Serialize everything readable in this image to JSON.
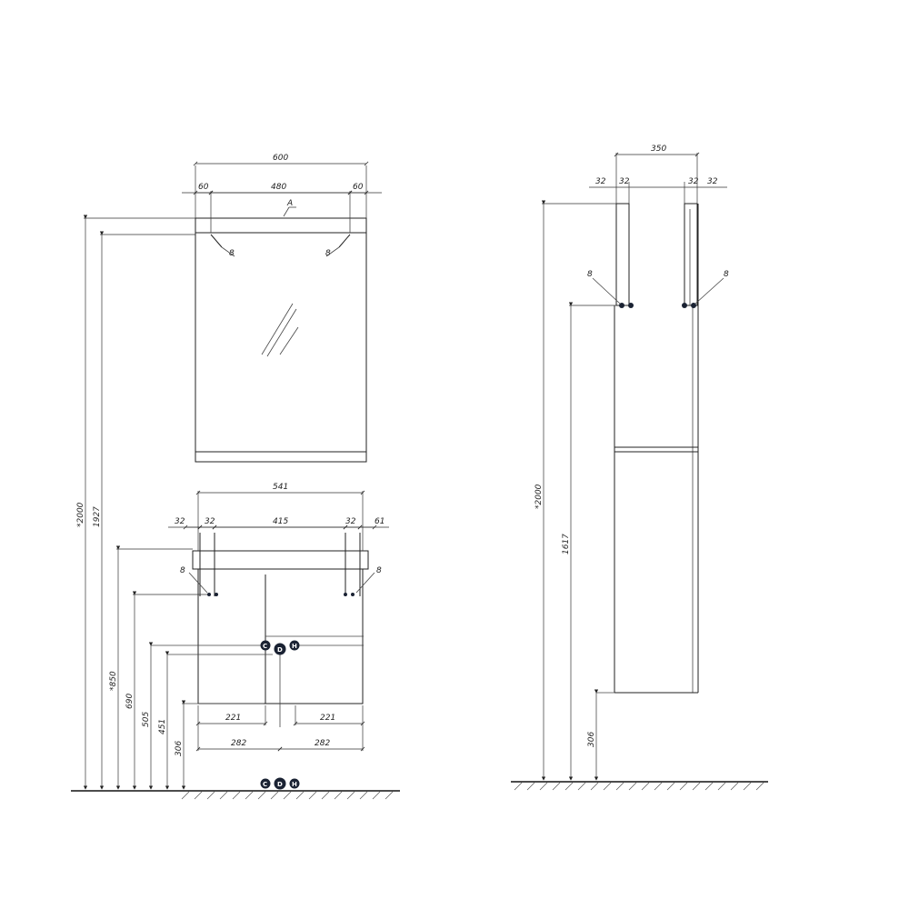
{
  "mirror": {
    "width_total": "600",
    "offset_left": "60",
    "width_inner": "480",
    "offset_right": "60",
    "detail_ref": "A",
    "mount_left": "8",
    "mount_right": "8"
  },
  "vanity": {
    "width_total": "541",
    "edge_left_a": "32",
    "edge_left_b": "32",
    "width_inner": "415",
    "edge_right_a": "32",
    "edge_right_b": "61",
    "mount_left": "8",
    "mount_right": "8",
    "drawer_left": "221",
    "drawer_right": "221",
    "half_left": "282",
    "half_right": "282"
  },
  "heights_front": {
    "h_total": "*2000",
    "h_mirror_bottom": "1927",
    "h_top": "*850",
    "h_mount": "690",
    "h_inlet": "505",
    "h_drain": "451",
    "h_base": "306"
  },
  "side": {
    "depth": "350",
    "left_a": "32",
    "left_b": "32",
    "right_a": "32",
    "right_b": "32",
    "mount_left": "8",
    "mount_right": "8",
    "h_total": "*2000",
    "h_mount": "1617",
    "h_base": "306"
  },
  "pipes": {
    "cold": "C",
    "drain": "D",
    "hot": "H"
  }
}
